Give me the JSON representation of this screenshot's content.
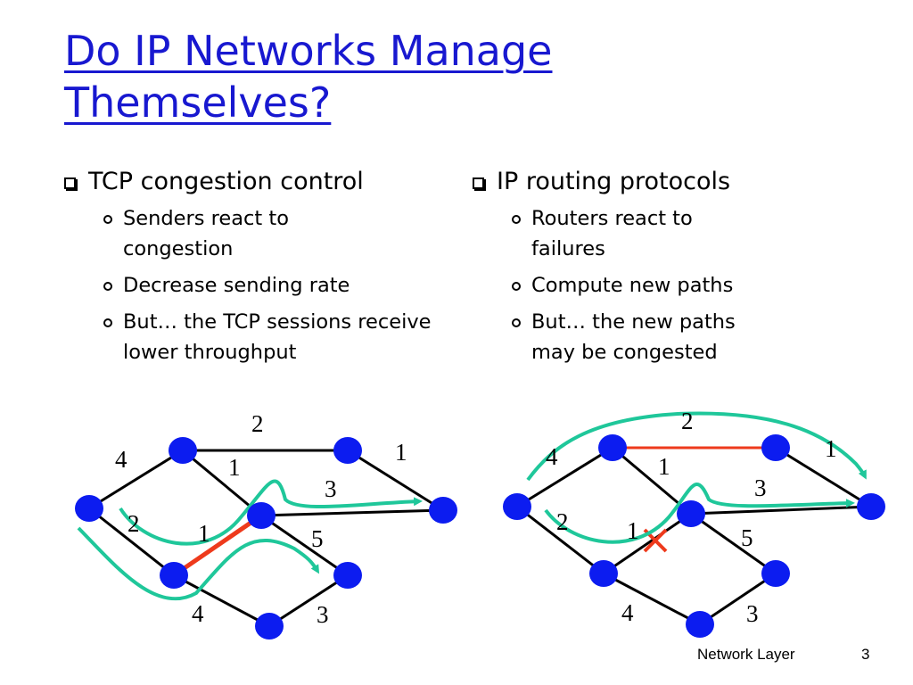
{
  "title": "Do IP Networks Manage Themselves?",
  "left": {
    "heading": "TCP congestion control",
    "items": [
      "Senders react to congestion",
      "Decrease sending rate",
      "But… the TCP sessions receive lower throughput"
    ]
  },
  "right": {
    "heading": "IP routing protocols",
    "items": [
      "Routers react to failures",
      "Compute new paths",
      "But… the new paths may be congested"
    ]
  },
  "diagram": {
    "weights": [
      "2",
      "4",
      "1",
      "1",
      "3",
      "2",
      "1",
      "5",
      "4",
      "3"
    ]
  },
  "colors": {
    "title": "#1818d0",
    "node": "#0c1cf0",
    "flow": "#1fc79a",
    "congested": "#ee3a1c"
  },
  "footer": {
    "label": "Network Layer",
    "page": "3"
  }
}
